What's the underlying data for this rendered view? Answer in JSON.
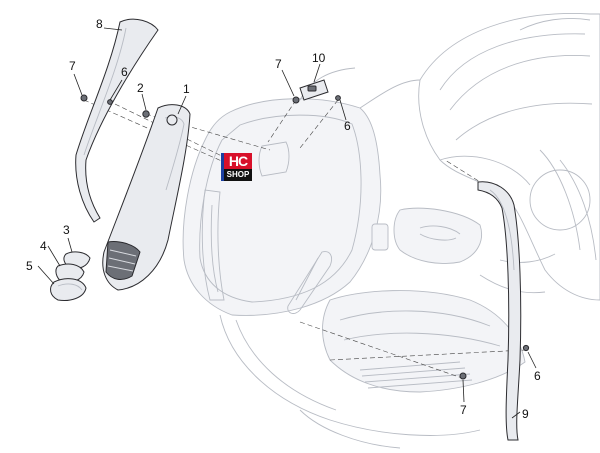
{
  "diagram": {
    "callouts": {
      "c1": "1",
      "c2": "2",
      "c3": "3",
      "c4": "4",
      "c5": "5",
      "c6a": "6",
      "c6b": "6",
      "c6c": "6",
      "c7a": "7",
      "c7b": "7",
      "c7c": "7",
      "c8": "8",
      "c9": "9",
      "c10": "10"
    },
    "watermark": {
      "top": "HC",
      "bottom": "SHOP"
    },
    "colors": {
      "watermark_red": "#d8102a",
      "watermark_black": "#111111",
      "watermark_blue": "#1b3fa0",
      "line_art": "#b8bcc4"
    }
  }
}
